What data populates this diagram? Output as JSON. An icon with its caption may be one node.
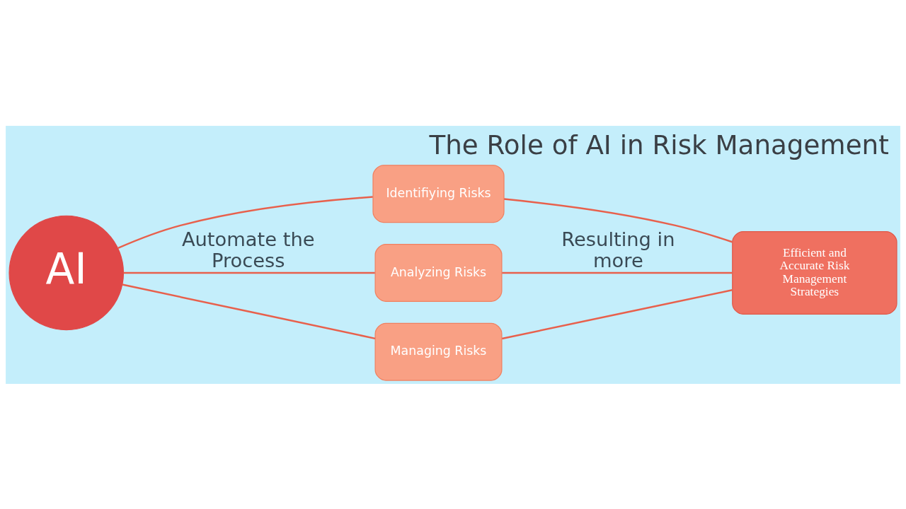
{
  "diagram": {
    "title": "The Role of AI in Risk Management",
    "nodes": [
      {
        "text": [
          "AI"
        ]
      },
      {
        "text": [
          "Identifiying Risks"
        ]
      },
      {
        "text": [
          "Analyzing Risks"
        ]
      },
      {
        "text": [
          "Managing Risks"
        ]
      },
      {
        "text": [
          "Efficient and Accurate Risk Management Strategies"
        ]
      }
    ],
    "edges": [
      {
        "from": 0,
        "to": 1,
        "arrow": "none"
      },
      {
        "from": 0,
        "to": 2,
        "arrow": "none",
        "label": "Automate the Process"
      },
      {
        "from": 0,
        "to": 3,
        "arrow": "none"
      },
      {
        "from": 1,
        "to": 4,
        "arrow": "none"
      },
      {
        "from": 2,
        "to": 4,
        "arrow": "none",
        "label": "Resulting in more"
      },
      {
        "from": 3,
        "to": 4,
        "arrow": "none"
      }
    ]
  }
}
